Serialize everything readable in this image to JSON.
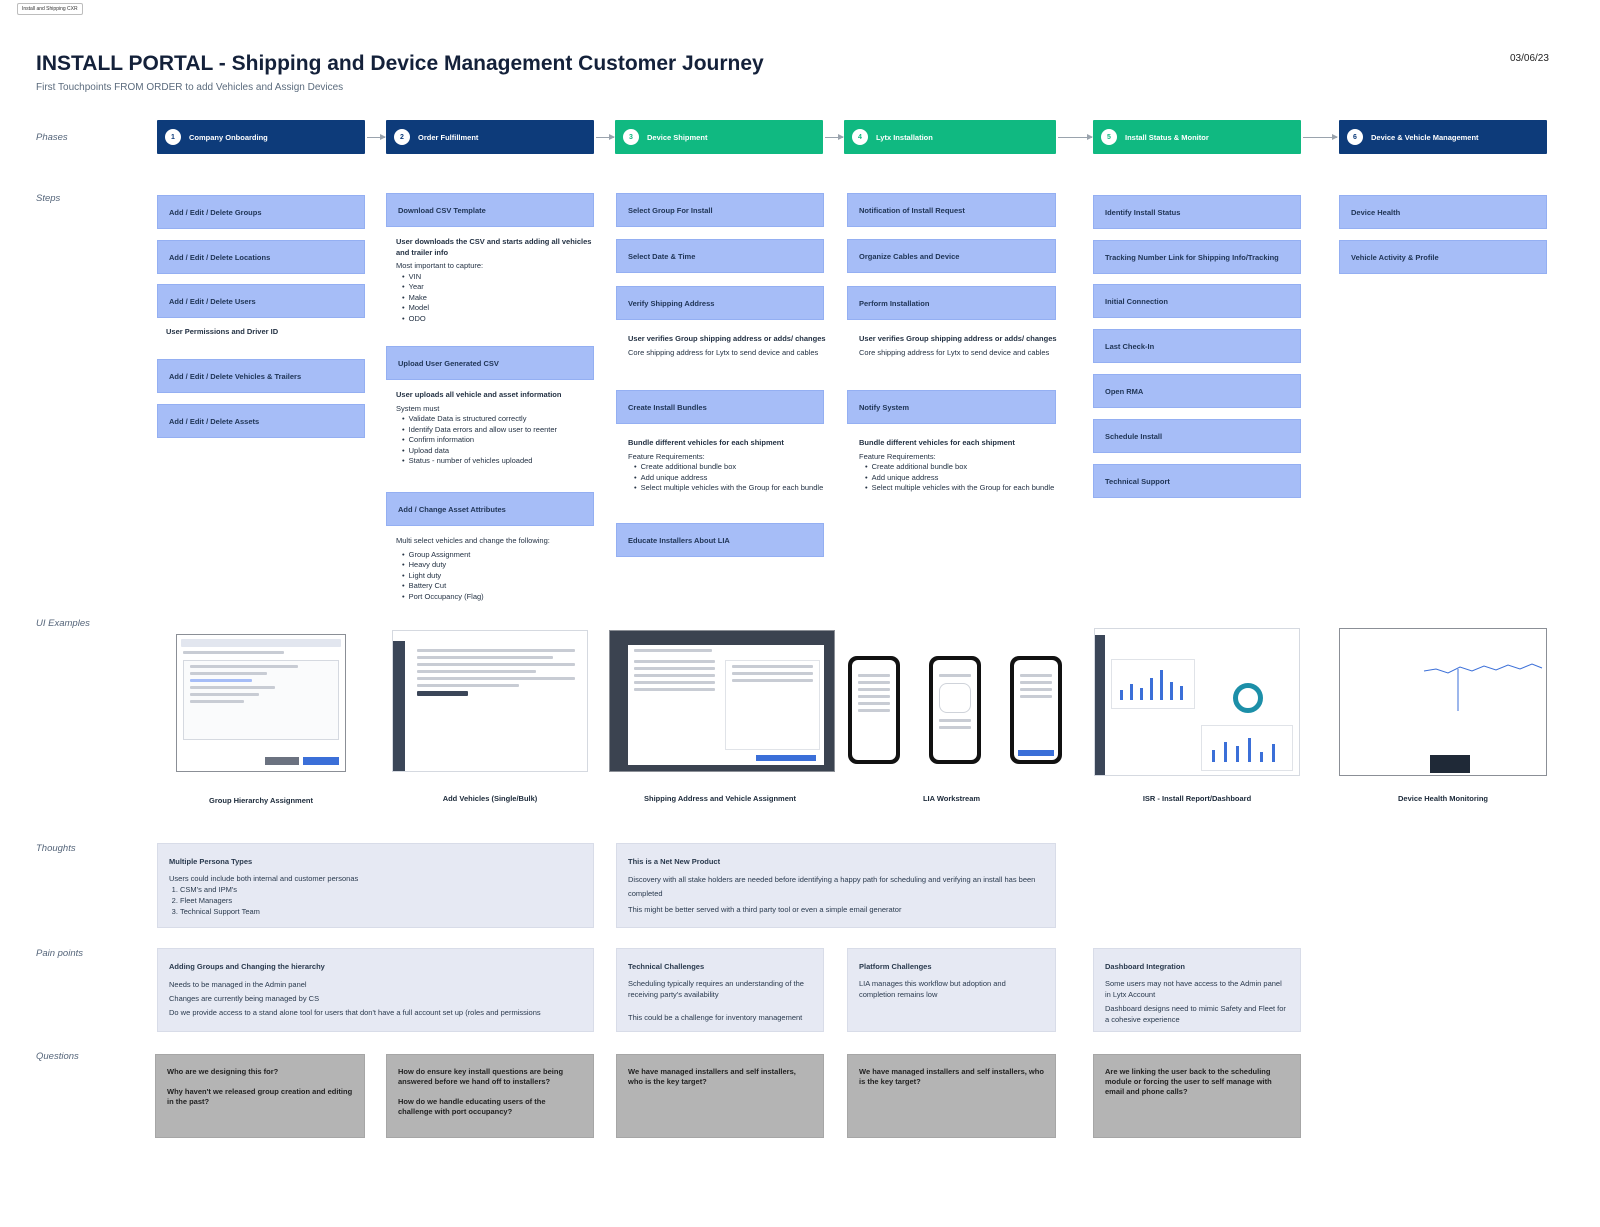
{
  "frame_tag": "Install and Shipping CXR",
  "title": "INSTALL PORTAL - Shipping and Device Management Customer Journey",
  "subtitle": "First Touchpoints FROM ORDER to add Vehicles and Assign Devices",
  "date": "03/06/23",
  "row_labels": {
    "phases": "Phases",
    "steps": "Steps",
    "ui_examples": "UI Examples",
    "thoughts": "Thoughts",
    "pain_points": "Pain points",
    "questions": "Questions"
  },
  "phases": [
    {
      "num": "1",
      "label": "Company Onboarding",
      "color": "#0d3b7a"
    },
    {
      "num": "2",
      "label": "Order Fulfillment",
      "color": "#0d3b7a"
    },
    {
      "num": "3",
      "label": "Device Shipment",
      "color": "#10b981"
    },
    {
      "num": "4",
      "label": "Lytx Installation",
      "color": "#10b981"
    },
    {
      "num": "5",
      "label": "Install Status & Monitor",
      "color": "#10b981"
    },
    {
      "num": "6",
      "label": "Device & Vehicle Management",
      "color": "#0d3b7a"
    }
  ],
  "col1": {
    "steps": [
      "Add / Edit / Delete Groups",
      "Add / Edit / Delete Locations",
      "Add / Edit / Delete Users",
      "Add / Edit / Delete Vehicles & Trailers",
      "Add / Edit / Delete Assets"
    ],
    "note": "User Permissions and Driver ID"
  },
  "col2": {
    "step1": "Download CSV Template",
    "note1_head": "User downloads the CSV and starts adding all vehicles and trailer info",
    "note1_sub": "Most important to capture:",
    "note1_items": [
      "VIN",
      "Year",
      "Make",
      "Model",
      "ODO"
    ],
    "step2": "Upload User Generated CSV",
    "note2_head": "User uploads all vehicle and asset information",
    "note2_sub": "System must",
    "note2_items": [
      "Validate Data is structured correctly",
      "Identify Data errors and allow user to reenter",
      "Confirm information",
      "Upload data",
      "Status - number of vehicles uploaded"
    ],
    "step3": "Add / Change Asset Attributes",
    "note3_sub": "Multi select vehicles and change the following:",
    "note3_items": [
      "Group Assignment",
      "Heavy duty",
      "Light duty",
      "Battery Cut",
      "Port Occupancy (Flag)"
    ]
  },
  "col3": {
    "steps": [
      "Select Group For Install",
      "Select Date & Time",
      "Verify Shipping Address"
    ],
    "note1_head": "User verifies Group shipping address or adds/ changes",
    "note1_sub": "Core shipping address for Lytx to send device and cables",
    "step4": "Create Install Bundles",
    "note2_head": "Bundle different vehicles for each shipment",
    "note2_sub": "Feature Requirements:",
    "note2_items": [
      "Create additional bundle box",
      "Add unique address",
      "Select multiple vehicles with the Group for each bundle"
    ],
    "step5": "Educate Installers About LIA"
  },
  "col4": {
    "steps": [
      "Notification of Install Request",
      "Organize Cables and Device",
      "Perform Installation"
    ],
    "note1_head": "User verifies Group shipping address or adds/ changes",
    "note1_sub": "Core shipping address for Lytx to send device and cables",
    "step4": "Notify System",
    "note2_head": "Bundle different vehicles for each shipment",
    "note2_sub": "Feature Requirements:",
    "note2_items": [
      "Create additional bundle box",
      "Add unique address",
      "Select multiple vehicles with the Group for each bundle"
    ]
  },
  "col5": {
    "steps": [
      "Identify Install Status",
      "Tracking Number Link for Shipping Info/Tracking",
      "Initial Connection",
      "Last Check-In",
      "Open RMA",
      "Schedule Install",
      "Technical Support"
    ]
  },
  "col6": {
    "steps": [
      "Device Health",
      "Vehicle Activity & Profile"
    ]
  },
  "ui_examples": [
    "Group Hierarchy Assignment",
    "Add Vehicles (Single/Bulk)",
    "Shipping Address and Vehicle Assignment",
    "LIA Workstream",
    "ISR - Install Report/Dashboard",
    "Device Health Monitoring"
  ],
  "thoughts": [
    {
      "head": "Multiple Persona Types",
      "body": "Users could include both internal and customer personas",
      "items": [
        "CSM's and IPM's",
        "Fleet Managers",
        "Technical Support Team"
      ]
    },
    {
      "head": "This is a Net New Product",
      "body1": "Discovery with all stake holders are needed before identifying a happy path for scheduling and verifying an install has been completed",
      "body2": "This might be better served with a third party tool or even a simple email generator"
    }
  ],
  "pain_points": [
    {
      "head": "Adding Groups and Changing the hierarchy",
      "lines": [
        "Needs to be managed in the Admin panel",
        "Changes are currently being managed by CS",
        "Do we provide access to a stand alone tool for users that don't have a full account set up (roles and permissions"
      ]
    },
    {
      "head": "Technical Challenges",
      "lines": [
        "Scheduling typically requires an understanding of the receiving party's availability",
        "This could be a challenge for inventory management"
      ]
    },
    {
      "head": "Platform Challenges",
      "lines": [
        "LIA manages this workflow but adoption and completion remains low"
      ]
    },
    {
      "head": "Dashboard Integration",
      "lines": [
        "Some users may not have access to the Admin panel in Lytx Account",
        "Dashboard designs need to mimic Safety and Fleet for a cohesive experience"
      ]
    }
  ],
  "questions": [
    [
      "Who are we designing this for?",
      "Why haven't we released group creation and editing in the past?"
    ],
    [
      "How do ensure key install questions are being answered before we hand off to installers?",
      "How do we handle educating users of the challenge with port occupancy?"
    ],
    [
      "We have managed installers and self installers, who is the key target?"
    ],
    [
      "We have managed installers and self installers, who is the key target?"
    ],
    [
      "Are we linking the user back to the scheduling module or forcing the user to self manage with email and phone calls?"
    ]
  ]
}
